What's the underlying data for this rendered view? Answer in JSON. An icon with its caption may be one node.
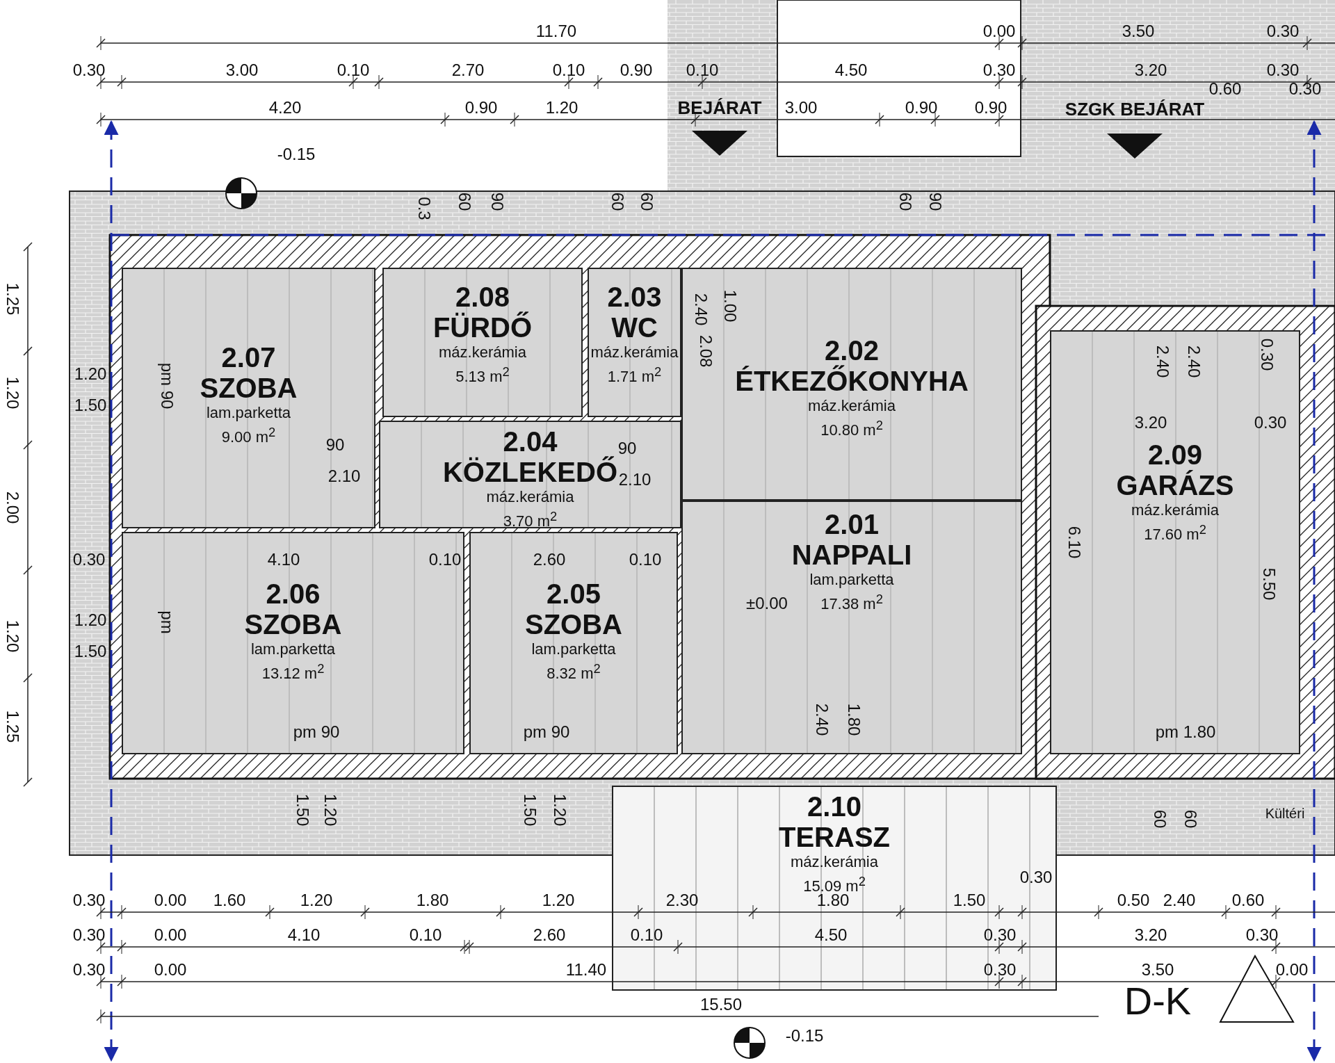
{
  "diagram": {
    "nodes": [
      {
        "text": [
          "2.07",
          "SZOBA",
          "lam.parketta",
          "9.00 m$^{2}$"
        ]
      },
      {
        "text": [
          "2.08",
          "FÜRDŐ",
          "máz.kerámia",
          "5.13 m$^{2}$"
        ]
      },
      {
        "text": [
          "2.03",
          "WC",
          "máz.kerámia",
          "1.71 m$^{2}$"
        ]
      },
      {
        "text": [
          "2.02",
          "ÉTKEZŐKONYHA",
          "máz.kerámia",
          "10.80 m$^{2}$"
        ]
      },
      {
        "text": [
          "2.04",
          "KÖZLEKEDŐ",
          "máz.kerámia",
          "3.70 m$^{2}$"
        ]
      },
      {
        "text": [
          "2.09",
          "GARÁZS",
          "máz.kerámia",
          "17.60 m$^{2}$"
        ]
      },
      {
        "text": [
          "2.06",
          "SZOBA",
          "lam.parketta",
          "13.12 m$^{2}$"
        ]
      },
      {
        "text": [
          "2.05",
          "SZOBA",
          "lam.parketta",
          "8.32 m$^{2}$"
        ]
      },
      {
        "text": [
          "2.01",
          "NAPPALI",
          "lam.parketta",
          "17.38 m$^{2}$"
        ]
      },
      {
        "text": [
          "2.10",
          "TERASZ",
          "máz.kerámia",
          "15.09 m$^{2}$"
        ]
      }
    ],
    "labels": [
      "11.70",
      "0.00",
      "3.50",
      "0.30",
      "0.30",
      "3.00",
      "0.10",
      "2.70",
      "0.10",
      "0.90",
      "0.10",
      "4.50",
      "0.30",
      "3.20",
      "0.30",
      "0.60",
      "0.30",
      "4.20",
      "0.90",
      "1.20",
      "BEJÁRAT",
      "3.00",
      "0.90",
      "0.90",
      "SZGK BEJÁRAT",
      "-0.15",
      "0.3",
      "60",
      "90",
      "60",
      "60",
      "60",
      "90",
      "1.25",
      "1.20",
      "pm 90",
      "1.20",
      "2.40",
      "1.00",
      "2.08",
      "2.40",
      "2.40",
      "0.30",
      "1.50",
      "90",
      "90",
      "2.10",
      "2.10",
      "3.20",
      "0.30",
      "2.00",
      "6.10",
      "0.30",
      "4.10",
      "0.10",
      "2.60",
      "0.10",
      "5.50",
      "±0.00",
      "1.20",
      "pm",
      "1.20",
      "1.50",
      "1.25",
      "2.40",
      "1.80",
      "pm 90",
      "pm 90",
      "pm 1.80",
      "1.50",
      "1.20",
      "1.50",
      "1.20",
      "60",
      "60",
      "Kültéri",
      "0.30",
      "0.30",
      "0.00",
      "1.60",
      "1.20",
      "1.80",
      "1.20",
      "2.30",
      "1.80",
      "1.50",
      "0.50",
      "2.40",
      "0.60",
      "0.30",
      "0.00",
      "4.10",
      "0.10",
      "2.60",
      "0.10",
      "4.50",
      "0.30",
      "3.20",
      "0.30",
      "0.30",
      "0.00",
      "11.40",
      "0.30",
      "3.50",
      "0.00",
      "15.50",
      "-0.15",
      "D-K"
    ]
  }
}
